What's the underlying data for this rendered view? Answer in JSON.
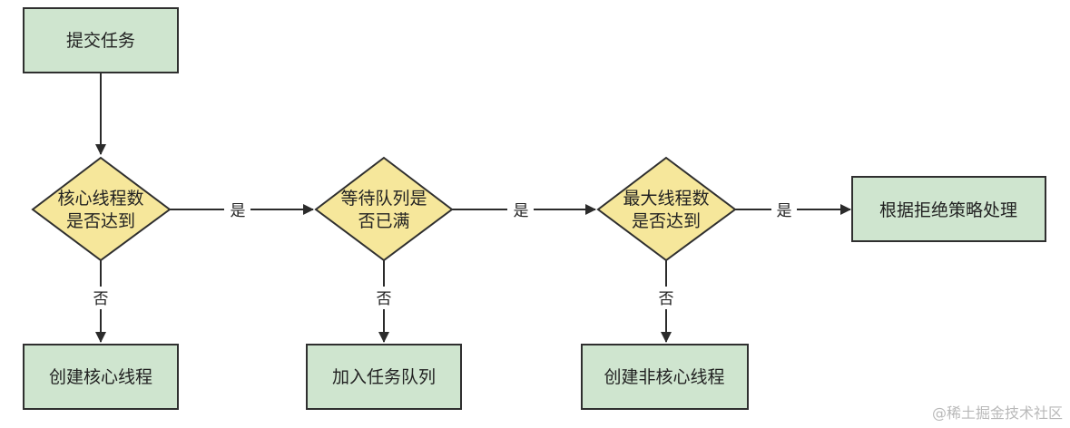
{
  "colors": {
    "box_fill": "#cfe5cf",
    "box_stroke": "#2f2f2f",
    "diamond_fill": "#f6e79b",
    "diamond_stroke": "#2f2f2f",
    "edge": "#2b2b2b",
    "text": "#222222",
    "watermark": "#b9b9b9"
  },
  "nodes": {
    "submit_task": "提交任务",
    "core_threads_check": [
      "核心线程数",
      "是否达到"
    ],
    "queue_full_check": [
      "等待队列是",
      "否已满"
    ],
    "max_threads_check": [
      "最大线程数",
      "是否达到"
    ],
    "reject_policy": "根据拒绝策略处理",
    "create_core_thread": "创建核心线程",
    "add_to_queue": "加入任务队列",
    "create_noncore_thread": "创建非核心线程"
  },
  "edge_labels": {
    "core_yes": "是",
    "queue_yes": "是",
    "max_yes": "是",
    "core_no": "否",
    "queue_no": "否",
    "max_no": "否"
  },
  "watermark": "@稀土掘金技术社区"
}
